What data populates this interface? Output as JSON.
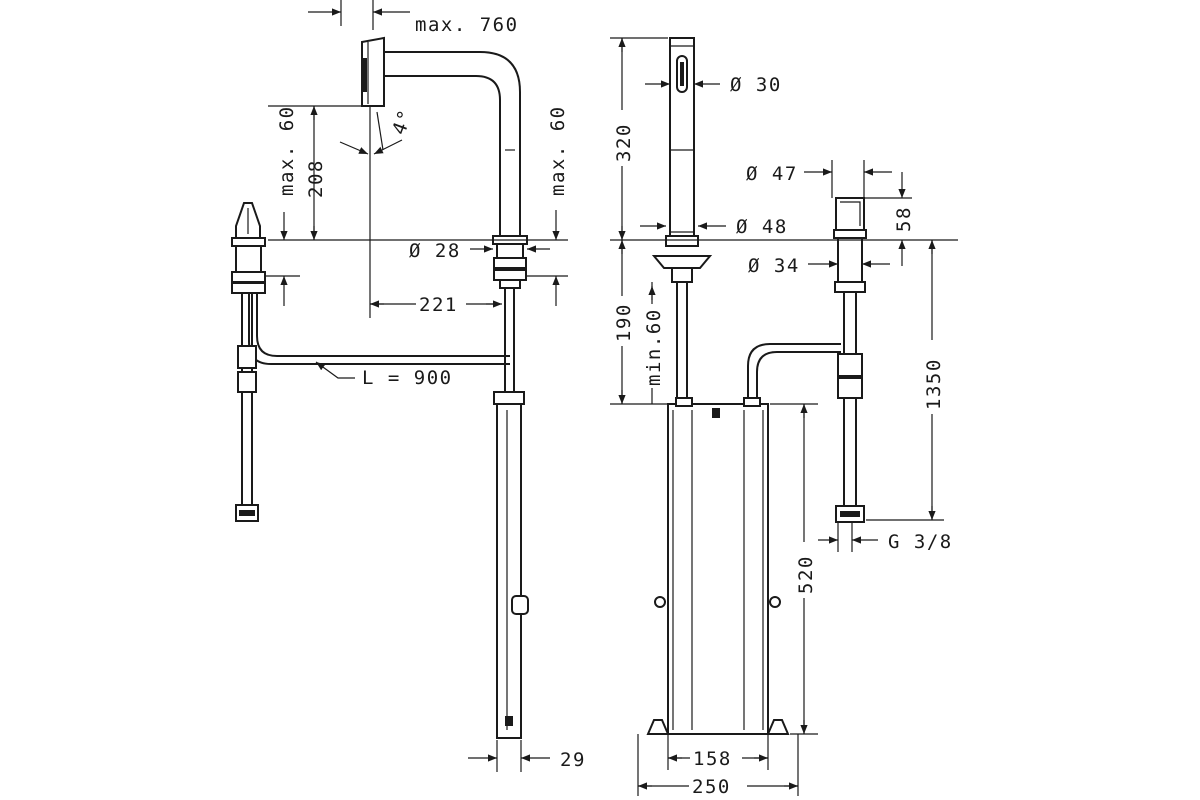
{
  "labels": {
    "max_760": "max. 760",
    "max_60_left": "max. 60",
    "h_208": "208",
    "angle_4": "4°",
    "max_60_right": "max. 60",
    "d_28": "Ø 28",
    "w_221": "221",
    "hose_length": "L = 900",
    "w_29": "29",
    "h_320": "320",
    "d_30": "Ø 30",
    "d_48": "Ø 48",
    "h_190": "190",
    "min_60": "min.60",
    "d_47": "Ø 47",
    "h_58": "58",
    "d_34": "Ø 34",
    "h_1350": "1350",
    "h_520": "520",
    "thread": "G 3/8",
    "w_158": "158",
    "w_250": "250"
  }
}
